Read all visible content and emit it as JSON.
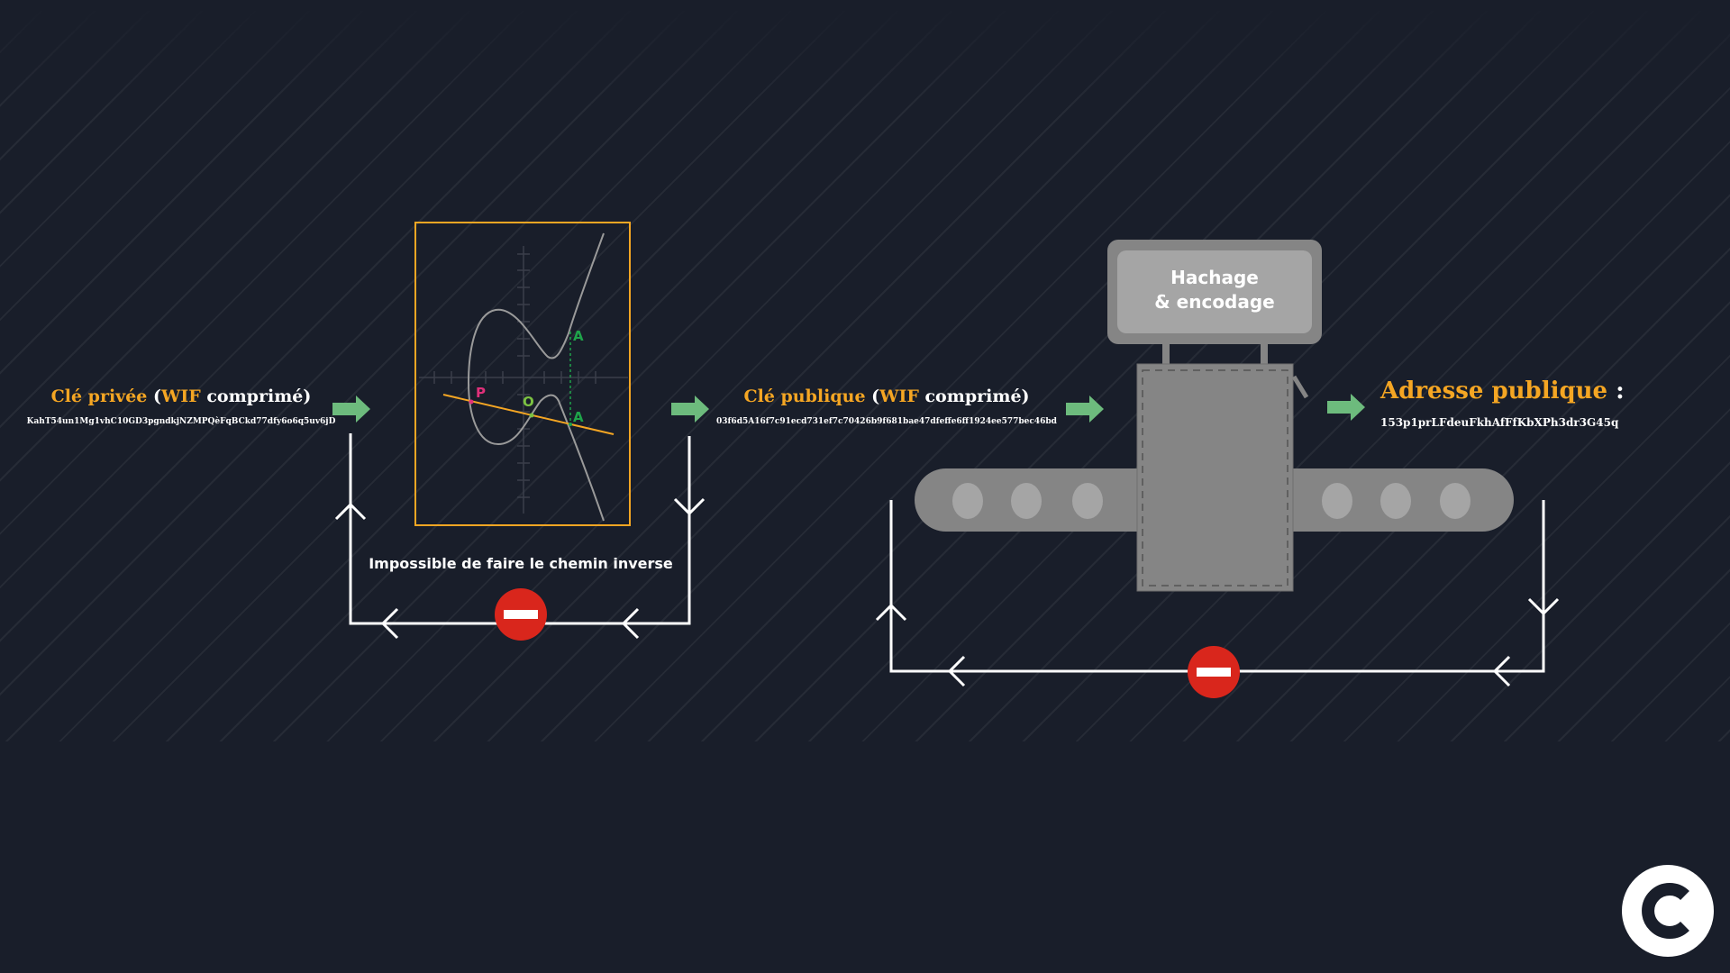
{
  "private_key": {
    "label": "Clé privée",
    "open": " (",
    "wif": "WIF",
    "rest": " comprimé)",
    "value": "KahT54un1Mg1vhC10GD3pgndkjNZMPQèFqBCkd77dfy6o6q5uv6jD"
  },
  "curve": {
    "labels": {
      "p": "P",
      "o": "O",
      "a_top": "A",
      "a_bottom": "A"
    }
  },
  "inverse_note": "Impossible de faire le chemin inverse",
  "public_key": {
    "label": "Clé publique",
    "open": " (",
    "wif": "WIF",
    "rest": " comprimé)",
    "value": "03f6d5A16f7c91ecd731ef7c70426b9f681bae47dfeffe6ff1924ee577bec46bd"
  },
  "machine": {
    "line1": "Hachage",
    "line2": "& encodage"
  },
  "address": {
    "label": "Adresse publique",
    "colon": " :",
    "value": "153p1prLFdeuFkhAfFfKbXPh3dr3G45q"
  },
  "colors": {
    "accent": "#f5a623",
    "arrow": "#6dbb7d",
    "stop": "#d9261c",
    "machine": "#858585"
  }
}
